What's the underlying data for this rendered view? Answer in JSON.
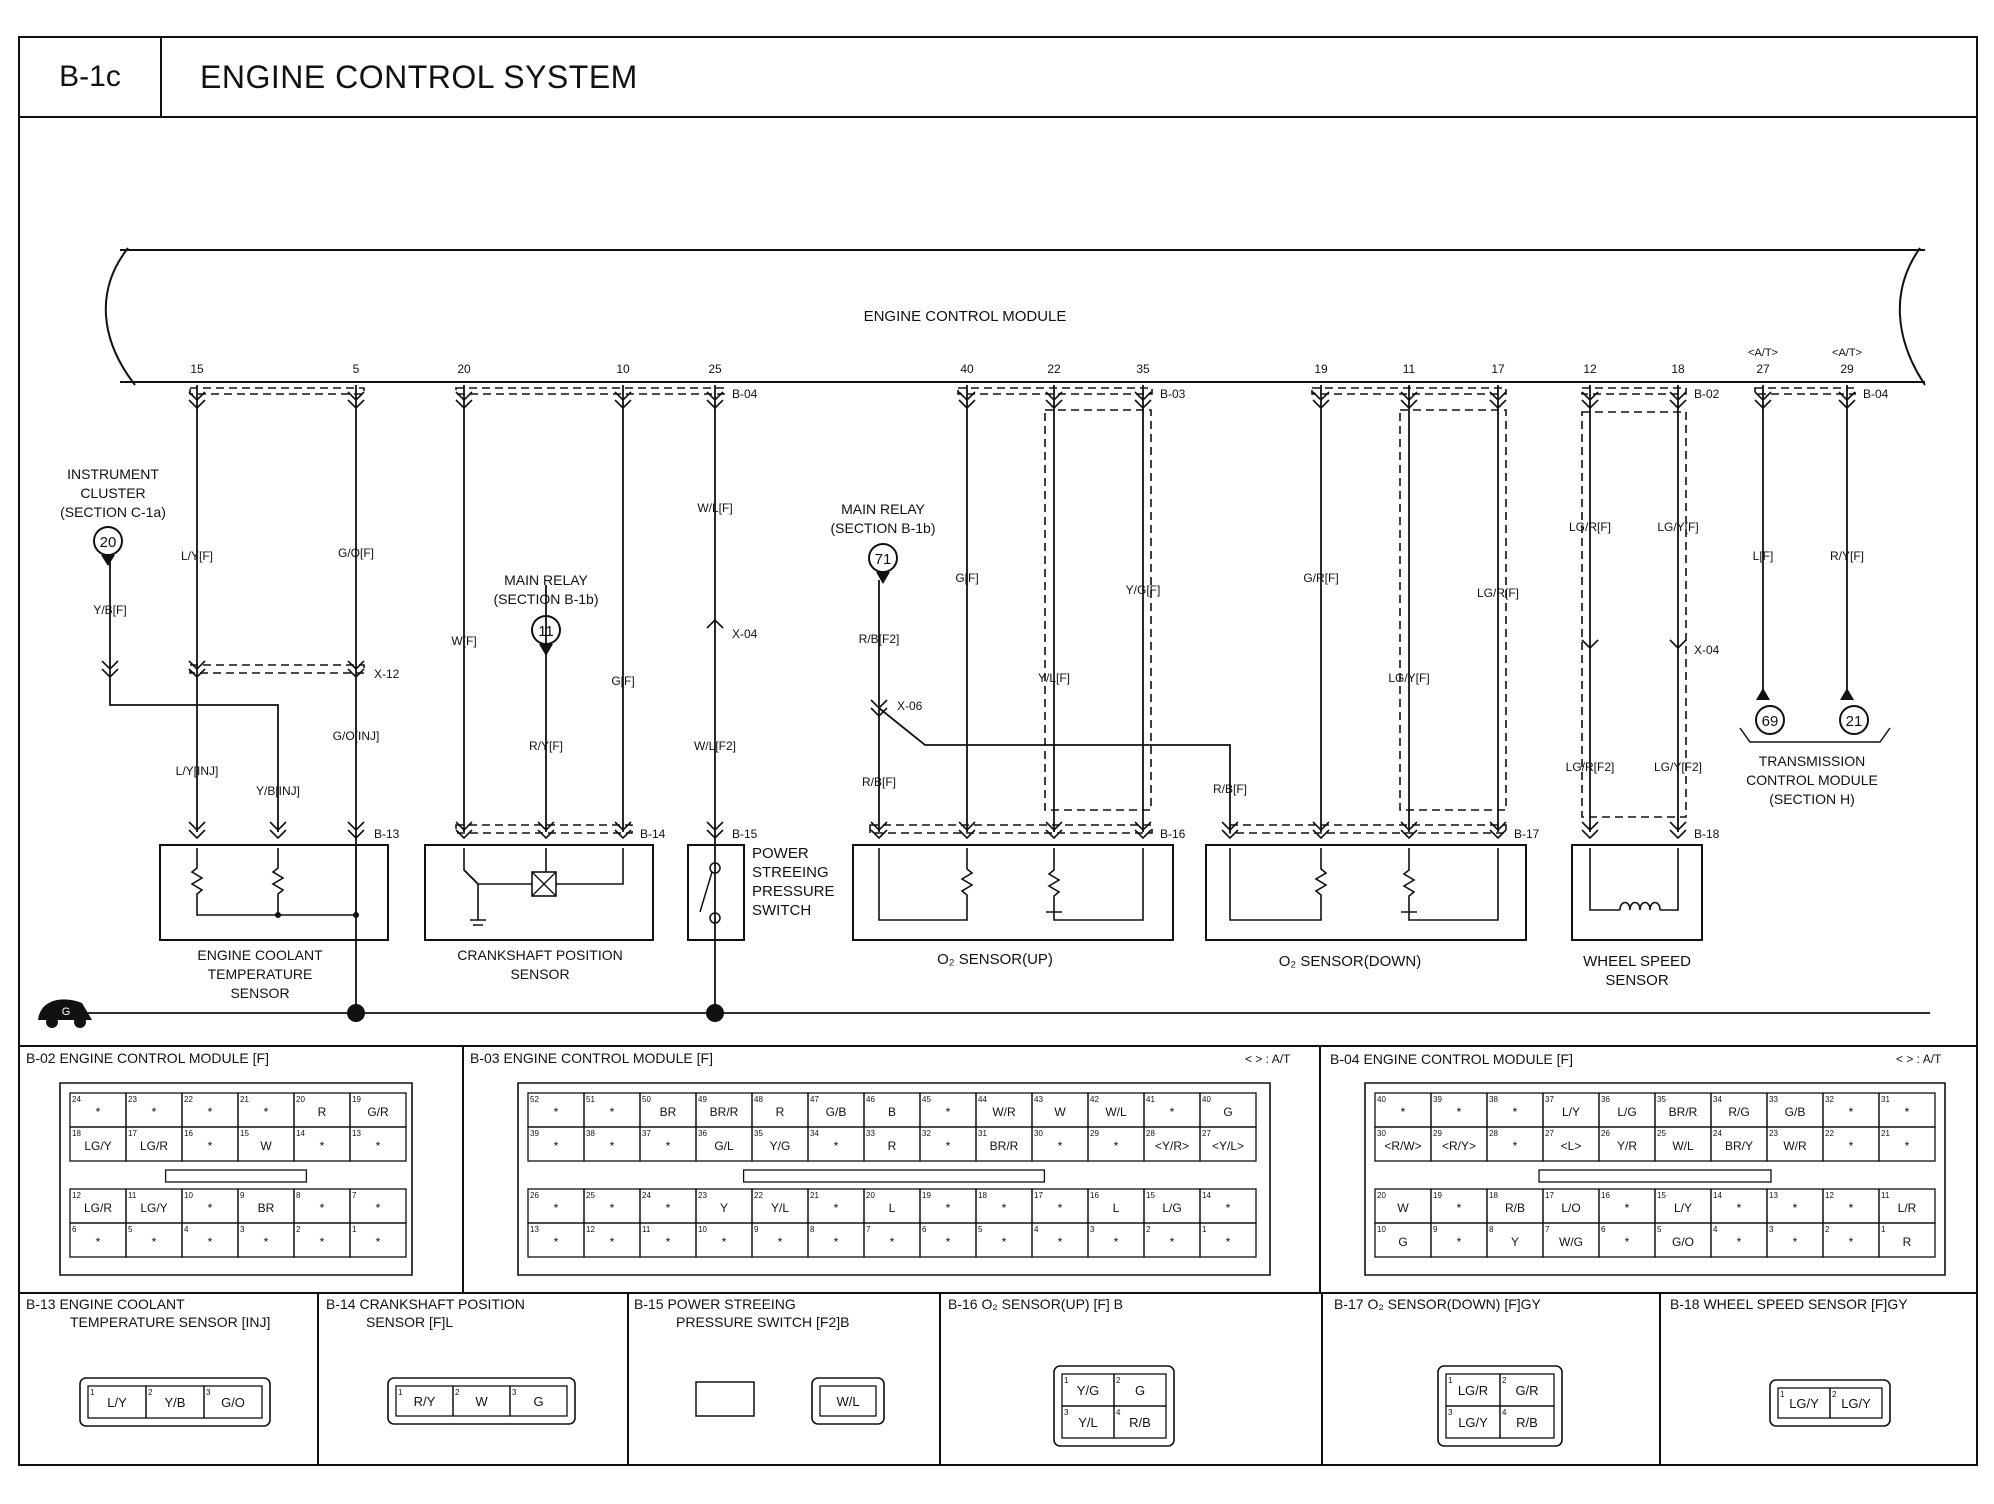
{
  "header": {
    "code": "B-1c",
    "title": "ENGINE CONTROL SYSTEM"
  },
  "ecm": {
    "label": "ENGINE CONTROL MODULE",
    "at_tag": "<A/T>"
  },
  "pins": [
    "15",
    "5",
    "20",
    "10",
    "25",
    "40",
    "22",
    "35",
    "19",
    "11",
    "17",
    "12",
    "18",
    "27",
    "29"
  ],
  "conn_refs": [
    "B-04",
    "B-03",
    "B-02",
    "B-04",
    "X-12",
    "B-13",
    "B-14",
    "B-15",
    "X-04",
    "X-06",
    "B-16",
    "B-17",
    "B-18",
    "X-04"
  ],
  "wires": [
    "L/Y[F]",
    "G/O[F]",
    "Y/B[F]",
    "L/Y[INJ]",
    "Y/B[INJ]",
    "G/O[INJ]",
    "W[F]",
    "R/Y[F]",
    "G[F]",
    "W/L[F]",
    "W/L[F2]",
    "R/B[F2]",
    "R/B[F]",
    "G[F]",
    "Y/L[F]",
    "Y/G[F]",
    "G/R[F]",
    "R/B[F]",
    "LG/Y[F]",
    "LG/R[F]",
    "LG/R[F]",
    "LG/Y[F]",
    "LG/R[F2]",
    "LG/Y[F2]",
    "L[F]",
    "R/Y[F]"
  ],
  "refs": {
    "instrument": {
      "lines": [
        "INSTRUMENT",
        "CLUSTER",
        "(SECTION C-1a)"
      ],
      "num": "20"
    },
    "main_relay_11": {
      "lines": [
        "MAIN RELAY",
        "(SECTION B-1b)"
      ],
      "num": "11"
    },
    "main_relay_71": {
      "lines": [
        "MAIN RELAY",
        "(SECTION B-1b)"
      ],
      "num": "71"
    },
    "tcm": {
      "lines": [
        "TRANSMISSION",
        "CONTROL MODULE",
        "(SECTION H)"
      ],
      "num1": "69",
      "num2": "21"
    }
  },
  "components": {
    "ect": [
      "ENGINE COOLANT",
      "TEMPERATURE",
      "SENSOR"
    ],
    "ckp": [
      "CRANKSHAFT POSITION",
      "SENSOR"
    ],
    "psp": [
      "POWER",
      "STREEING",
      "PRESSURE",
      "SWITCH"
    ],
    "o2up": "O₂ SENSOR(UP)",
    "o2down": "O₂ SENSOR(DOWN)",
    "wss": [
      "WHEEL SPEED",
      "SENSOR"
    ]
  },
  "ground": "G",
  "connector_panels": {
    "b02": {
      "title": "B-02 ENGINE CONTROL MODULE [F]",
      "top": [
        [
          "24",
          "*"
        ],
        [
          "23",
          "*"
        ],
        [
          "22",
          "*"
        ],
        [
          "21",
          "*"
        ],
        [
          "20",
          "R"
        ],
        [
          "19",
          "G/R"
        ],
        [
          "18",
          "LG/Y"
        ],
        [
          "17",
          "LG/R"
        ],
        [
          "16",
          "*"
        ],
        [
          "15",
          "W"
        ],
        [
          "14",
          "*"
        ],
        [
          "13",
          "*"
        ]
      ],
      "bottom": [
        [
          "12",
          "LG/R"
        ],
        [
          "11",
          "LG/Y"
        ],
        [
          "10",
          "*"
        ],
        [
          "9",
          "BR"
        ],
        [
          "8",
          "*"
        ],
        [
          "7",
          "*"
        ],
        [
          "6",
          "*"
        ],
        [
          "5",
          "*"
        ],
        [
          "4",
          "*"
        ],
        [
          "3",
          "*"
        ],
        [
          "2",
          "*"
        ],
        [
          "1",
          "*"
        ]
      ]
    },
    "b03": {
      "title": "B-03 ENGINE CONTROL MODULE [F]",
      "note": "< > : A/T",
      "top": [
        [
          "52",
          "*"
        ],
        [
          "51",
          "*"
        ],
        [
          "50",
          "BR"
        ],
        [
          "49",
          "BR/R"
        ],
        [
          "48",
          "R"
        ],
        [
          "47",
          "G/B"
        ],
        [
          "46",
          "B"
        ],
        [
          "45",
          "*"
        ],
        [
          "44",
          "W/R"
        ],
        [
          "43",
          "W"
        ],
        [
          "42",
          "W/L"
        ],
        [
          "41",
          "*"
        ],
        [
          "40",
          "G"
        ],
        [
          "39",
          "*"
        ],
        [
          "38",
          "*"
        ],
        [
          "37",
          "*"
        ],
        [
          "36",
          "G/L"
        ],
        [
          "35",
          "Y/G"
        ],
        [
          "34",
          "*"
        ],
        [
          "33",
          "R"
        ],
        [
          "32",
          "*"
        ],
        [
          "31",
          "BR/R"
        ],
        [
          "30",
          "*"
        ],
        [
          "29",
          "*"
        ],
        [
          "28",
          "<Y/R>"
        ],
        [
          "27",
          "<Y/L>"
        ]
      ],
      "bottom": [
        [
          "26",
          "*"
        ],
        [
          "25",
          "*"
        ],
        [
          "24",
          "*"
        ],
        [
          "23",
          "Y"
        ],
        [
          "22",
          "Y/L"
        ],
        [
          "21",
          "*"
        ],
        [
          "20",
          "L"
        ],
        [
          "19",
          "*"
        ],
        [
          "18",
          "*"
        ],
        [
          "17",
          "*"
        ],
        [
          "16",
          "L"
        ],
        [
          "15",
          "L/G"
        ],
        [
          "14",
          "*"
        ],
        [
          "13",
          "*"
        ],
        [
          "12",
          "*"
        ],
        [
          "11",
          "*"
        ],
        [
          "10",
          "*"
        ],
        [
          "9",
          "*"
        ],
        [
          "8",
          "*"
        ],
        [
          "7",
          "*"
        ],
        [
          "6",
          "*"
        ],
        [
          "5",
          "*"
        ],
        [
          "4",
          "*"
        ],
        [
          "3",
          "*"
        ],
        [
          "2",
          "*"
        ],
        [
          "1",
          "*"
        ]
      ]
    },
    "b04": {
      "title": "B-04 ENGINE CONTROL MODULE [F]",
      "note": "< > : A/T",
      "top": [
        [
          "40",
          "*"
        ],
        [
          "39",
          "*"
        ],
        [
          "38",
          "*"
        ],
        [
          "37",
          "L/Y"
        ],
        [
          "36",
          "L/G"
        ],
        [
          "35",
          "BR/R"
        ],
        [
          "34",
          "R/G"
        ],
        [
          "33",
          "G/B"
        ],
        [
          "32",
          "*"
        ],
        [
          "31",
          "*"
        ],
        [
          "30",
          "<R/W>"
        ],
        [
          "29",
          "<R/Y>"
        ],
        [
          "28",
          "*"
        ],
        [
          "27",
          "<L>"
        ],
        [
          "26",
          "Y/R"
        ],
        [
          "25",
          "W/L"
        ],
        [
          "24",
          "BR/Y"
        ],
        [
          "23",
          "W/R"
        ],
        [
          "22",
          "*"
        ],
        [
          "21",
          "*"
        ]
      ],
      "bottom": [
        [
          "20",
          "W"
        ],
        [
          "19",
          "*"
        ],
        [
          "18",
          "R/B"
        ],
        [
          "17",
          "L/O"
        ],
        [
          "16",
          "*"
        ],
        [
          "15",
          "L/Y"
        ],
        [
          "14",
          "*"
        ],
        [
          "13",
          "*"
        ],
        [
          "12",
          "*"
        ],
        [
          "11",
          "L/R"
        ],
        [
          "10",
          "G"
        ],
        [
          "9",
          "*"
        ],
        [
          "8",
          "Y"
        ],
        [
          "7",
          "W/G"
        ],
        [
          "6",
          "*"
        ],
        [
          "5",
          "G/O"
        ],
        [
          "4",
          "*"
        ],
        [
          "3",
          "*"
        ],
        [
          "2",
          "*"
        ],
        [
          "1",
          "R"
        ]
      ]
    }
  },
  "sensor_panels": {
    "b13": {
      "title1": "B-13 ENGINE COOLANT",
      "title2": "TEMPERATURE SENSOR [INJ]",
      "cells": [
        [
          "1",
          "L/Y"
        ],
        [
          "2",
          "Y/B"
        ],
        [
          "3",
          "G/O"
        ]
      ]
    },
    "b14": {
      "title1": "B-14 CRANKSHAFT POSITION",
      "title2": "SENSOR [F]L",
      "cells": [
        [
          "1",
          "R/Y"
        ],
        [
          "2",
          "W"
        ],
        [
          "3",
          "G"
        ]
      ]
    },
    "b15": {
      "title1": "B-15 POWER STREEING",
      "title2": "PRESSURE SWITCH [F2]B",
      "cells": [
        [
          "",
          "W/L"
        ]
      ]
    },
    "b16": {
      "title1": "B-16 O₂ SENSOR(UP) [F] B",
      "title2": "",
      "cells": [
        [
          "1",
          "Y/G"
        ],
        [
          "2",
          "G"
        ],
        [
          "3",
          "Y/L"
        ],
        [
          "4",
          "R/B"
        ]
      ]
    },
    "b17": {
      "title1": "B-17 O₂ SENSOR(DOWN) [F]GY",
      "title2": "",
      "cells": [
        [
          "1",
          "LG/R"
        ],
        [
          "2",
          "G/R"
        ],
        [
          "3",
          "LG/Y"
        ],
        [
          "4",
          "R/B"
        ]
      ]
    },
    "b18": {
      "title1": "B-18 WHEEL SPEED SENSOR [F]GY",
      "title2": "",
      "cells": [
        [
          "1",
          "LG/Y"
        ],
        [
          "2",
          "LG/Y"
        ]
      ]
    }
  }
}
